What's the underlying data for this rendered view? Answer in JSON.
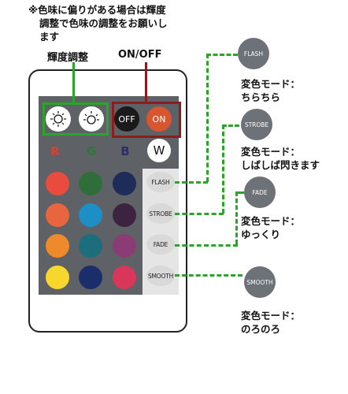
{
  "note": {
    "line1": "※色味に偏りがある場合は輝度",
    "line2": "調整で色味の調整をお願いし",
    "line3": "ます"
  },
  "labels": {
    "brightness": "輝度調整",
    "onoff": "ON/OFF"
  },
  "buttons": {
    "off": "OFF",
    "on": "ON",
    "r": "R",
    "g": "G",
    "b": "B",
    "w": "W",
    "flash": "FLASH",
    "strobe": "STROBE",
    "fade": "FADE",
    "smooth": "SMOOTH"
  },
  "colors": {
    "row1": [
      "#ea4b3f",
      "#2f6e3a",
      "#1f2b59"
    ],
    "row2": [
      "#e8663f",
      "#1e8fc4",
      "#3c2440"
    ],
    "row3": [
      "#ee8a2c",
      "#1d6d7c",
      "#8c3c74"
    ],
    "row4": [
      "#f7d72c",
      "#1a2e6c",
      "#d8365a"
    ]
  },
  "modes": [
    {
      "name": "FLASH",
      "title": "変色モード：",
      "desc": "ちらちら"
    },
    {
      "name": "STROBE",
      "title": "変色モード：",
      "desc": "しばしば閃きます"
    },
    {
      "name": "FADE",
      "title": "変色モード：",
      "desc": "ゆっくり"
    },
    {
      "name": "SMOOTH",
      "title": "変色モード：",
      "desc": "のろのろ"
    }
  ]
}
